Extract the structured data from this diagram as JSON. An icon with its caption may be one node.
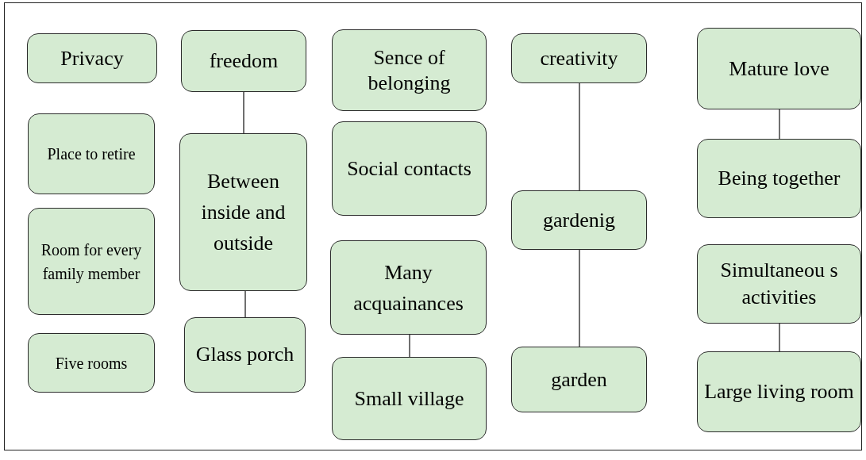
{
  "diagram": {
    "nodes": [
      {
        "text": [
          "Privacy"
        ]
      },
      {
        "text": [
          "Place to retire"
        ]
      },
      {
        "text": [
          "Room for every family member"
        ]
      },
      {
        "text": [
          "Five rooms"
        ]
      },
      {
        "text": [
          "freedom"
        ]
      },
      {
        "text": [
          "Between inside and outside"
        ]
      },
      {
        "text": [
          "Glass porch"
        ]
      },
      {
        "text": [
          "Sence of belonging"
        ]
      },
      {
        "text": [
          "Social contacts"
        ]
      },
      {
        "text": [
          "Many acquainances"
        ]
      },
      {
        "text": [
          "Small village"
        ]
      },
      {
        "text": [
          "creativity"
        ]
      },
      {
        "text": [
          "gardenig"
        ]
      },
      {
        "text": [
          "garden"
        ]
      },
      {
        "text": [
          "Mature love"
        ]
      },
      {
        "text": [
          "Being together"
        ]
      },
      {
        "text": [
          "Simultaneou s activities"
        ]
      },
      {
        "text": [
          "Large living room"
        ]
      }
    ],
    "edges": [
      {
        "from": 4,
        "to": 5,
        "arrow": "none"
      },
      {
        "from": 5,
        "to": 6,
        "arrow": "none"
      },
      {
        "from": 9,
        "to": 10,
        "arrow": "none"
      },
      {
        "from": 11,
        "to": 12,
        "arrow": "none"
      },
      {
        "from": 12,
        "to": 13,
        "arrow": "none"
      },
      {
        "from": 14,
        "to": 15,
        "arrow": "none"
      },
      {
        "from": 16,
        "to": 17,
        "arrow": "none"
      }
    ]
  }
}
